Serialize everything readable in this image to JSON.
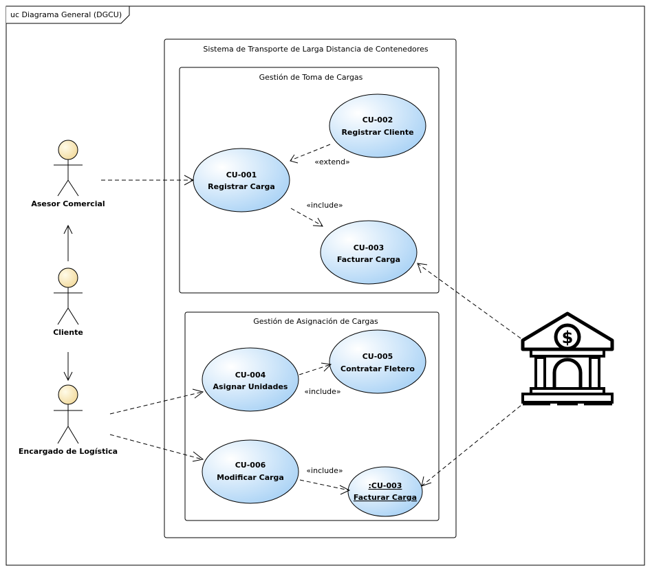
{
  "frame": {
    "title": "uc Diagrama General (DGCU)"
  },
  "system": {
    "title": "Sistema de Transporte de Larga Distancia de Contenedores"
  },
  "packages": [
    {
      "title": "Gestión de Toma de Cargas"
    },
    {
      "title": "Gestión de Asignación de Cargas"
    }
  ],
  "actors": [
    {
      "name": "Asesor Comercial"
    },
    {
      "name": "Cliente"
    },
    {
      "name": "Encargado de Logística"
    }
  ],
  "usecases": [
    {
      "id": "CU-001",
      "name": "Registrar Carga"
    },
    {
      "id": "CU-002",
      "name": "Registrar Cliente"
    },
    {
      "id": "CU-003",
      "name": "Facturar Carga"
    },
    {
      "id": "CU-004",
      "name": "Asignar Unidades"
    },
    {
      "id": "CU-005",
      "name": "Contratar Fletero"
    },
    {
      "id": "CU-006",
      "name": "Modificar Carga"
    },
    {
      "id": ":CU-003",
      "name": "Facturar Carga"
    }
  ],
  "relations": {
    "extend": "«extend»",
    "include_1": "«include»",
    "include_2": "«include»",
    "include_3": "«include»"
  },
  "external_icon": "bank-dollar-icon"
}
